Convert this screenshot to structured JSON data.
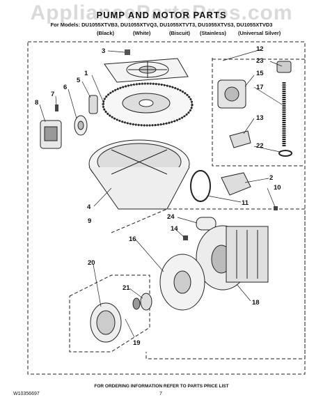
{
  "watermark": "AppliancePartsPros.com",
  "header": {
    "title": "PUMP AND MOTOR PARTS",
    "models_line": "For Models: DU1055XTVB3, DU1055XTVQ3, DU1055XTVT3, DU1055XTVS3, DU1055XTVD3",
    "colors": [
      "(Black)",
      "(White)",
      "(Biscuit)",
      "(Stainless)",
      "(Universal Silver)"
    ]
  },
  "callouts": [
    "1",
    "2",
    "3",
    "4",
    "5",
    "6",
    "7",
    "8",
    "9",
    "10",
    "11",
    "12",
    "13",
    "14",
    "15",
    "16",
    "17",
    "18",
    "19",
    "20",
    "21",
    "22",
    "23",
    "24"
  ],
  "footer": {
    "ordering_info": "FOR ORDERING INFORMATION REFER TO PARTS PRICE LIST",
    "part_number": "W10356697",
    "page_number": "7"
  }
}
